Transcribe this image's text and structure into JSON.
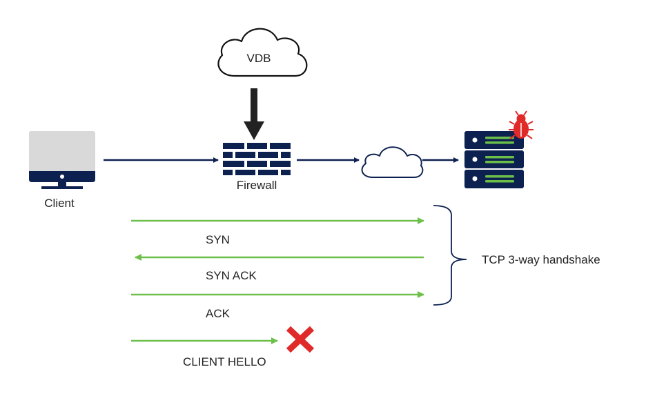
{
  "nodes": {
    "vdb": {
      "label": "VDB"
    },
    "client": {
      "label": "Client"
    },
    "firewall": {
      "label": "Firewall"
    }
  },
  "messages": [
    {
      "label": "SYN",
      "direction": "client-to-server"
    },
    {
      "label": "SYN ACK",
      "direction": "server-to-client"
    },
    {
      "label": "ACK",
      "direction": "client-to-server"
    },
    {
      "label": "CLIENT HELLO",
      "direction": "client-to-server",
      "blocked": true
    }
  ],
  "brace": {
    "label": "TCP 3-way handshake"
  },
  "colors": {
    "navy": "#0d2150",
    "green": "#6cc04a",
    "block": "#e02a2a",
    "screen": "#d9d9d9"
  }
}
